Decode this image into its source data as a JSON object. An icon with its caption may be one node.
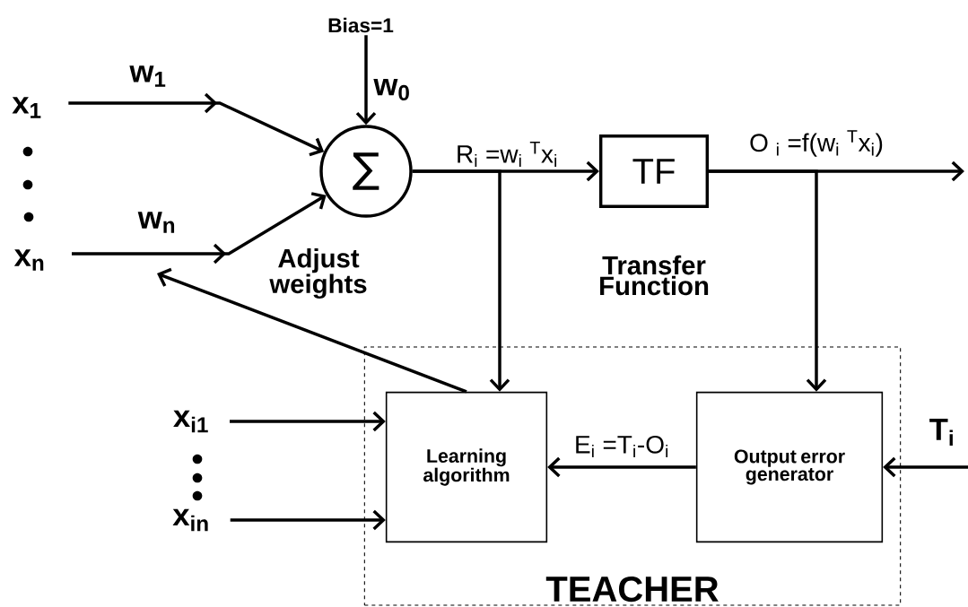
{
  "diagram": {
    "nodes": [
      {
        "text": [
          "Bias=1"
        ]
      },
      {
        "text": [
          "x$_{1}$"
        ]
      },
      {
        "text": [
          "x$_{n}$"
        ]
      },
      {
        "text": [
          "∑"
        ]
      },
      {
        "text": [
          "TF"
        ],
        "beside": [
          "Transfer Function"
        ]
      },
      {
        "text": [
          "TEACHER"
        ]
      },
      {
        "text": [
          "Learning algorithm"
        ],
        "in": 5
      },
      {
        "text": [
          "Output error generator"
        ],
        "in": 5
      },
      {
        "text": [
          "x$_{i1}$"
        ]
      },
      {
        "text": [
          "x$_{in}$"
        ]
      }
    ],
    "edges": [
      {
        "from": 1,
        "to": 3,
        "arrow": "to",
        "label": "w$_{1}$"
      },
      {
        "from": 2,
        "to": 3,
        "arrow": "to",
        "label": "w$_{n}$"
      },
      {
        "from": 0,
        "to": 3,
        "arrow": "to",
        "label": "w$_{0}$"
      },
      {
        "from": 3,
        "to": 4,
        "arrow": "to",
        "label": "R$_{i}$ =w$_{i}$ $^{T}$x$_{i}$"
      },
      {
        "from": 3,
        "to": 6,
        "arrow": "to"
      },
      {
        "from": 4,
        "to": null,
        "arrow": "to",
        "label": "O $_{i}$ =f(w$_{i}$ $^{T}$x$_{i}$)"
      },
      {
        "from": 4,
        "to": 7,
        "arrow": "to"
      },
      {
        "from": 7,
        "to": 6,
        "arrow": "to",
        "label": "E$_{i}$ =T$_{i}$-O$_{i}$"
      },
      {
        "from": null,
        "to": 7,
        "arrow": "to",
        "label": "T$_{i}$"
      },
      {
        "from": 8,
        "to": 6,
        "arrow": "to"
      },
      {
        "from": 9,
        "to": 6,
        "arrow": "to"
      },
      {
        "from": 6,
        "to": null,
        "arrow": "to",
        "label": "Adjust weights"
      }
    ]
  }
}
